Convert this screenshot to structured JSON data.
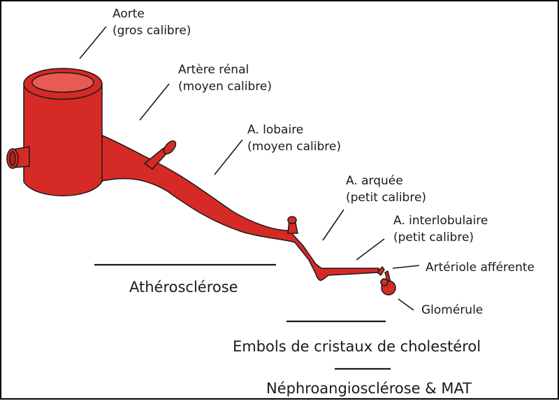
{
  "labels": {
    "aorte": {
      "name": "Aorte",
      "caliber": "(gros calibre)"
    },
    "artere_renal": {
      "name": "Artère rénal",
      "caliber": "(moyen calibre)"
    },
    "lobaire": {
      "name": "A. lobaire",
      "caliber": "(moyen calibre)"
    },
    "arquee": {
      "name": "A. arquée",
      "caliber": "(petit calibre)"
    },
    "interlobulaire": {
      "name": "A. interlobulaire",
      "caliber": "(petit calibre)"
    },
    "arteriole": {
      "name": "Artériole afférente"
    },
    "glomerule": {
      "name": "Glomérule"
    }
  },
  "diseases": {
    "atherosclerose": "Athérosclérose",
    "embols": "Embols de cristaux de cholestérol",
    "nephro": "Néphroangiosclérose & MAT"
  },
  "colors": {
    "vessel": "#d62a26",
    "outline": "#1a1a1a"
  }
}
